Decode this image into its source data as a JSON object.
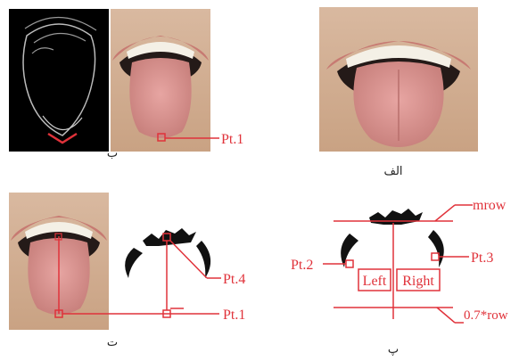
{
  "panels": {
    "alef": {
      "label": "الف"
    },
    "be": {
      "label": "ب",
      "point": "Pt.1"
    },
    "pe": {
      "label": "پ",
      "labels": {
        "mrow": "mrow",
        "pt2": "Pt.2",
        "pt3": "Pt.3",
        "left": "Left",
        "right": "Right",
        "row": "0.7*row"
      }
    },
    "te": {
      "label": "ت",
      "pt4": "Pt.4",
      "pt1": "Pt.1"
    }
  },
  "colors": {
    "annotation": "#e0323a",
    "lip": "#c77a72",
    "tongue": "#d9928f",
    "skin": "#d8b89a",
    "teeth": "#f4f0e6",
    "mouth": "#241a18"
  }
}
